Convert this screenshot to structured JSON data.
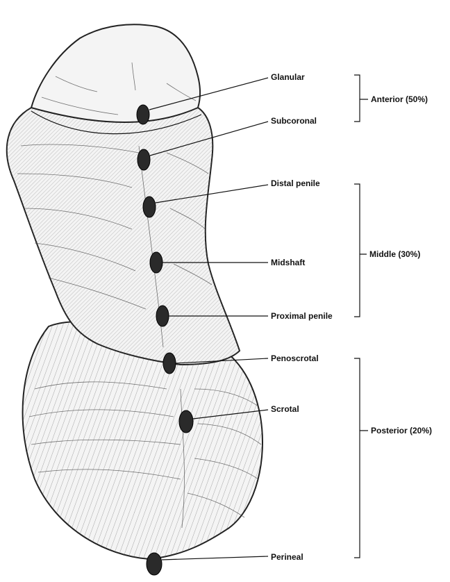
{
  "diagram": {
    "sites": [
      {
        "label": "Glanular"
      },
      {
        "label": "Subcoronal"
      },
      {
        "label": "Distal penile"
      },
      {
        "label": "Midshaft"
      },
      {
        "label": "Proximal penile"
      },
      {
        "label": "Penoscrotal"
      },
      {
        "label": "Scrotal"
      },
      {
        "label": "Perineal"
      }
    ],
    "regions": [
      {
        "label": "Anterior (50%)"
      },
      {
        "label": "Middle (30%)"
      },
      {
        "label": "Posterior (20%)"
      }
    ]
  }
}
